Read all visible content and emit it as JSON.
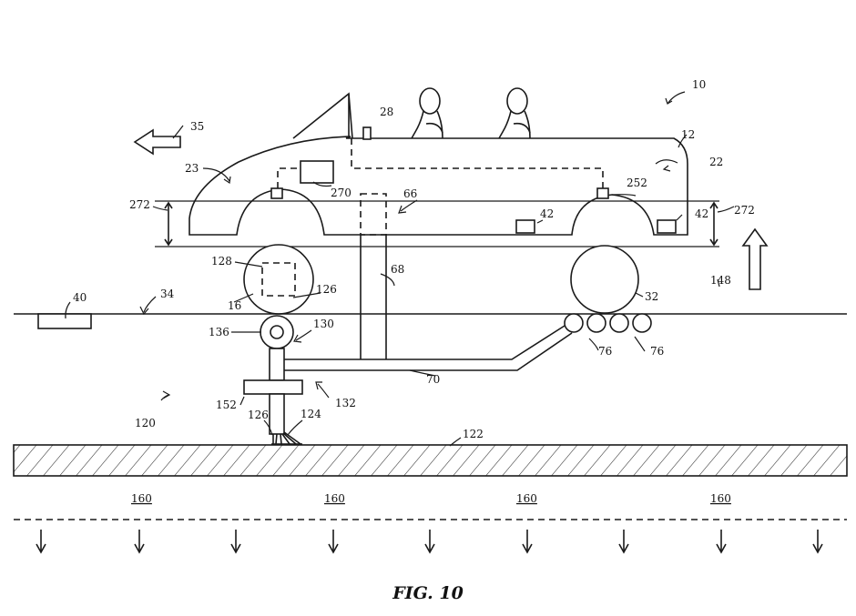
{
  "figure": {
    "caption": "FIG. 10",
    "labels": {
      "vehicle_system": "10",
      "body": "12",
      "wheel_front": "16",
      "chassis": "22",
      "region": "23",
      "sensor_top": "28",
      "wheel_rear": "32",
      "surface_line": "34",
      "direction_arrow": "35",
      "ground_box": "40",
      "module_a": "42",
      "module_b": "42",
      "mast": "66",
      "post": "68",
      "arm": "70",
      "rollers_a": "76",
      "rollers_b": "76",
      "track": "122",
      "brush": "124",
      "stem_a": "126",
      "stem_b": "126",
      "box_in_wheel": "128",
      "roller_assembly": "130",
      "head": "132",
      "roller": "136",
      "lift_arrow": "148",
      "clamp": "152",
      "field_1": "160",
      "field_2": "160",
      "field_3": "160",
      "field_4": "160",
      "ground_region": "120",
      "sensor_right": "252",
      "controller": "270",
      "height_left": "272",
      "height_right": "272"
    }
  }
}
